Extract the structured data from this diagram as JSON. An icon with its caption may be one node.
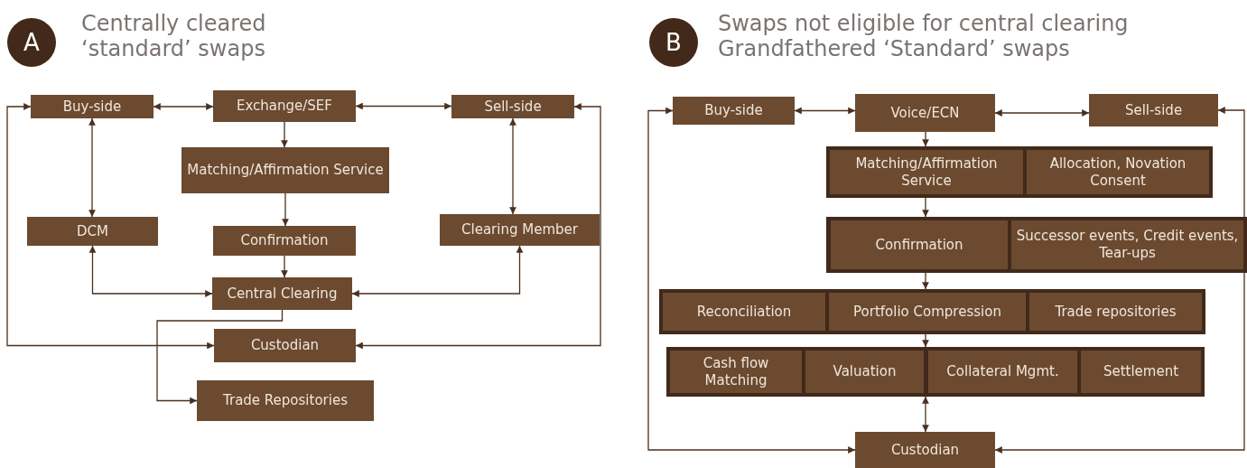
{
  "diagram": {
    "nodes": [
      {
        "text": [
          "A"
        ],
        "beside": [
          "Centrally cleared ‘standard’ swaps"
        ]
      },
      {
        "text": [
          "Buy-side"
        ]
      },
      {
        "text": [
          "Exchange/SEF"
        ]
      },
      {
        "text": [
          "Sell-side"
        ]
      },
      {
        "text": [
          "Matching/Affirmation Service"
        ]
      },
      {
        "text": [
          "DCM"
        ]
      },
      {
        "text": [
          "Confirmation"
        ]
      },
      {
        "text": [
          "Clearing Member"
        ]
      },
      {
        "text": [
          "Central Clearing"
        ]
      },
      {
        "text": [
          "Custodian"
        ]
      },
      {
        "text": [
          "Trade Repositories"
        ]
      },
      {
        "text": [
          "B"
        ],
        "beside": [
          "Swaps not eligible for central clearing Grandfathered ‘Standard’ swaps"
        ]
      },
      {
        "text": [
          "Buy-side"
        ]
      },
      {
        "text": [
          "Voice/ECN"
        ]
      },
      {
        "text": [
          "Sell-side"
        ]
      },
      {
        "text": [],
        "shape": "box"
      },
      {
        "text": [
          "Matching/Affirmation Service"
        ],
        "in": 15
      },
      {
        "text": [
          "Allocation, Novation Consent"
        ],
        "in": 15
      },
      {
        "text": [],
        "shape": "box"
      },
      {
        "text": [
          "Confirmation"
        ],
        "in": 18
      },
      {
        "text": [
          "Successor events, Credit events, Tear-ups"
        ],
        "in": 18
      },
      {
        "text": [],
        "shape": "box"
      },
      {
        "text": [
          "Reconciliation"
        ],
        "in": 21
      },
      {
        "text": [
          "Portfolio Compression"
        ],
        "in": 21
      },
      {
        "text": [
          "Trade repositories"
        ],
        "in": 21
      },
      {
        "text": [],
        "shape": "box"
      },
      {
        "text": [
          "Cash flow Matching"
        ],
        "in": 25
      },
      {
        "text": [
          "Valuation"
        ],
        "in": 25
      },
      {
        "text": [
          "Collateral Mgmt."
        ],
        "in": 25
      },
      {
        "text": [
          "Settlement"
        ],
        "in": 25
      },
      {
        "text": [
          "Custodian"
        ]
      }
    ],
    "edges": [
      {
        "from": 1,
        "to": 2,
        "arrow": "both"
      },
      {
        "from": 2,
        "to": 3,
        "arrow": "both"
      },
      {
        "from": 2,
        "to": 4,
        "arrow": "to"
      },
      {
        "from": 1,
        "to": 5,
        "arrow": "both"
      },
      {
        "from": 3,
        "to": 7,
        "arrow": "both"
      },
      {
        "from": 4,
        "to": 6,
        "arrow": "to"
      },
      {
        "from": 6,
        "to": 8,
        "arrow": "to"
      },
      {
        "from": 5,
        "to": 8,
        "arrow": "both"
      },
      {
        "from": 7,
        "to": 8,
        "arrow": "both"
      },
      {
        "from": 1,
        "to": 9,
        "arrow": "both"
      },
      {
        "from": 3,
        "to": 9,
        "arrow": "both"
      },
      {
        "from": 8,
        "to": 10,
        "arrow": "to"
      },
      {
        "from": 12,
        "to": 13,
        "arrow": "both"
      },
      {
        "from": 13,
        "to": 14,
        "arrow": "both"
      },
      {
        "from": 13,
        "to": 15,
        "arrow": "to"
      },
      {
        "from": 15,
        "to": 18,
        "arrow": "to"
      },
      {
        "from": 18,
        "to": 21,
        "arrow": "to"
      },
      {
        "from": 21,
        "to": 25,
        "arrow": "to"
      },
      {
        "from": 25,
        "to": 30,
        "arrow": "both"
      },
      {
        "from": 12,
        "to": 30,
        "arrow": "both"
      },
      {
        "from": 14,
        "to": 30,
        "arrow": "both"
      }
    ]
  }
}
